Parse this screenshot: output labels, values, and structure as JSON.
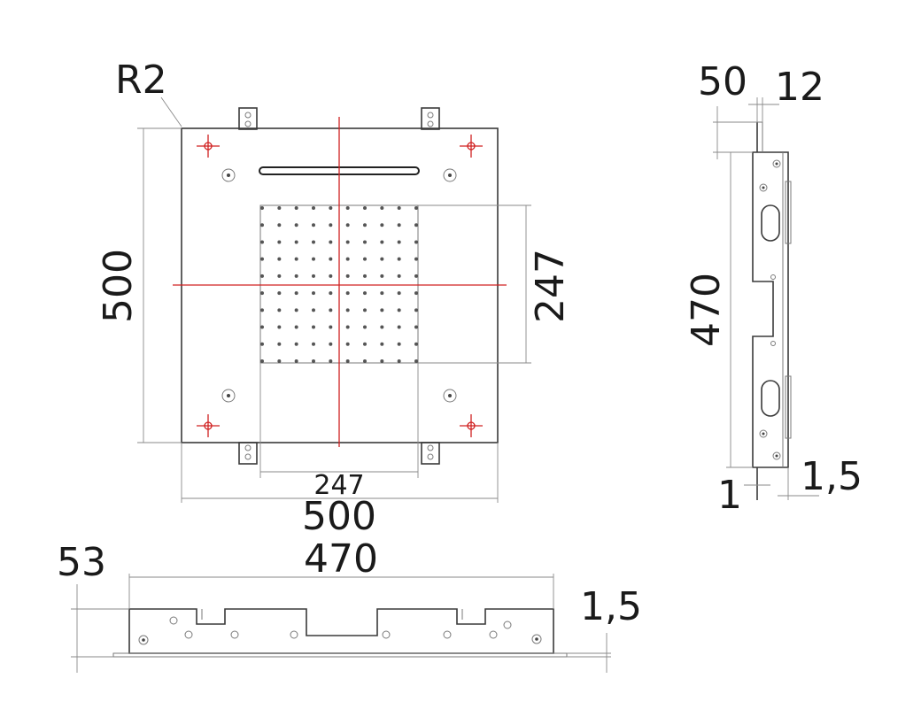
{
  "drawing": {
    "labels": {
      "radius": "R2",
      "top_height": "500",
      "top_width": "500",
      "top_spray_height": "247",
      "top_spray_width": "247",
      "side_depth": "50",
      "side_flange": "12",
      "side_height": "470",
      "side_bottom_left": "1",
      "side_bottom_right": "1,5",
      "front_height": "53",
      "front_width": "470",
      "front_plate": "1,5"
    },
    "colors": {
      "outline": "#3a3a3a",
      "dimension": "#8a8a8a",
      "centerline": "#d02020",
      "text": "#1a1a1a"
    },
    "nozzle_grid": {
      "rows": 10,
      "cols": 10
    }
  }
}
